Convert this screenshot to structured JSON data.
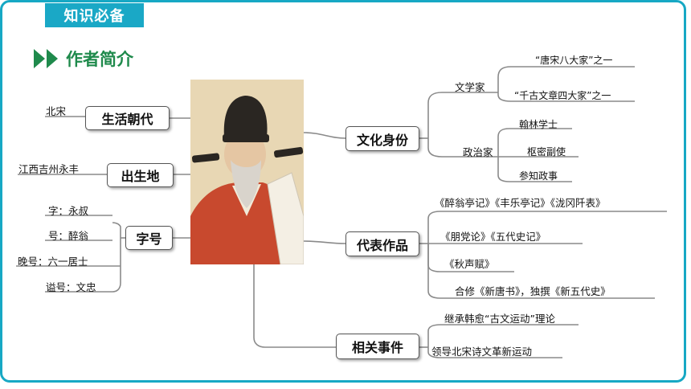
{
  "header": {
    "tab_label": "知识必备"
  },
  "section": {
    "title": "作者简介"
  },
  "portrait": {
    "icon": "scholar-portrait-icon"
  },
  "colors": {
    "accent": "#1aa8c6",
    "title_green": "#1f8a4c"
  },
  "left": {
    "dynasty": {
      "label": "生活朝代",
      "value": "北宋"
    },
    "birthplace": {
      "label": "出生地",
      "value": "江西吉州永丰"
    },
    "names": {
      "label": "字号",
      "items": [
        "字：永叔",
        "号：醉翁",
        "晚号：六一居士",
        "谥号：文忠"
      ]
    }
  },
  "right": {
    "identity": {
      "label": "文化身份",
      "writer": {
        "label": "文学家",
        "items": [
          "“唐宋八大家”之一",
          "“千古文章四大家”之一"
        ]
      },
      "politician": {
        "label": "政治家",
        "items": [
          "翰林学士",
          "枢密副使",
          "参知政事"
        ]
      }
    },
    "works": {
      "label": "代表作品",
      "items": [
        "《醉翁亭记》《丰乐亭记》《泷冈阡表》",
        "《朋党论》《五代史记》",
        "《秋声赋》",
        "合修《新唐书》，独撰《新五代史》"
      ]
    },
    "events": {
      "label": "相关事件",
      "items": [
        "继承韩愈“古文运动”理论",
        "领导北宋诗文革新运动"
      ]
    }
  }
}
